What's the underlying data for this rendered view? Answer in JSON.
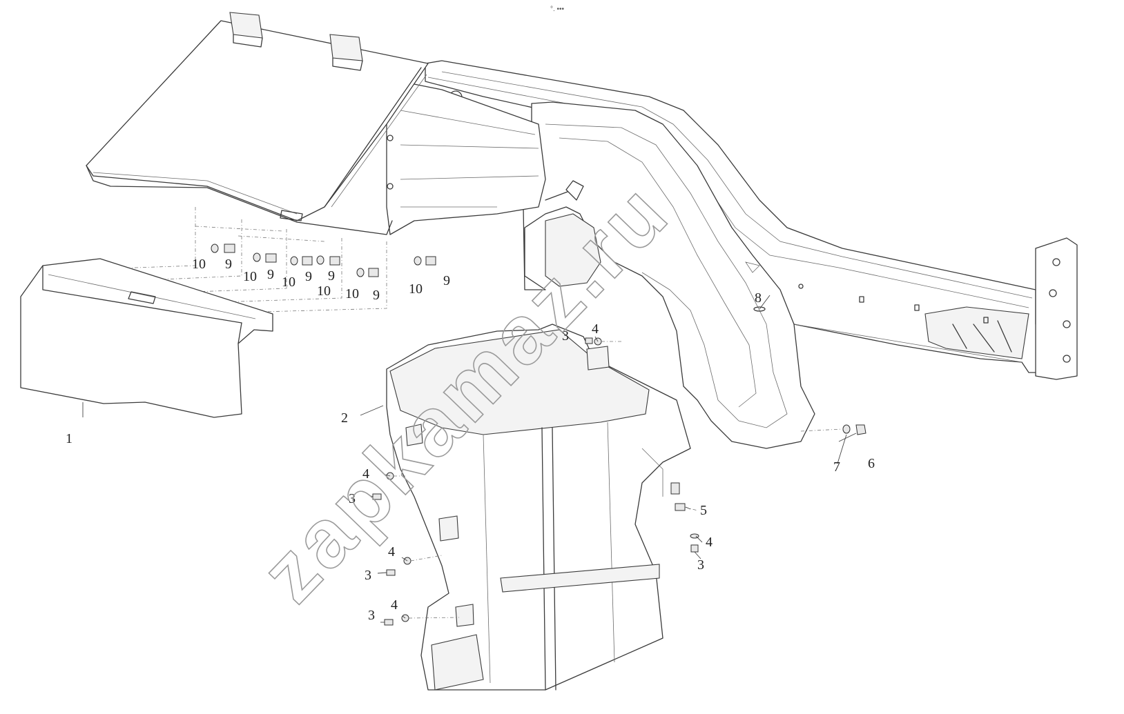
{
  "header": {
    "text": "°. •••"
  },
  "watermark": {
    "text": "zapkamaz.ru"
  },
  "callouts": [
    {
      "id": "c1",
      "label": "1"
    },
    {
      "id": "c2",
      "label": "2"
    },
    {
      "id": "c3a",
      "label": "3"
    },
    {
      "id": "c4a",
      "label": "4"
    },
    {
      "id": "c4b",
      "label": "4"
    },
    {
      "id": "c3b",
      "label": "3"
    },
    {
      "id": "c4c",
      "label": "4"
    },
    {
      "id": "c3c",
      "label": "3"
    },
    {
      "id": "c4d",
      "label": "4"
    },
    {
      "id": "c3d",
      "label": "3"
    },
    {
      "id": "c5",
      "label": "5"
    },
    {
      "id": "c4e",
      "label": "4"
    },
    {
      "id": "c3e",
      "label": "3"
    },
    {
      "id": "c6",
      "label": "6"
    },
    {
      "id": "c7",
      "label": "7"
    },
    {
      "id": "c8",
      "label": "8"
    },
    {
      "id": "c10a",
      "label": "10"
    },
    {
      "id": "c9a",
      "label": "9"
    },
    {
      "id": "c10b",
      "label": "10"
    },
    {
      "id": "c9b",
      "label": "9"
    },
    {
      "id": "c10c",
      "label": "10"
    },
    {
      "id": "c9c",
      "label": "9"
    },
    {
      "id": "c9d",
      "label": "9"
    },
    {
      "id": "c10d",
      "label": "10"
    },
    {
      "id": "c10e",
      "label": "10"
    },
    {
      "id": "c9e",
      "label": "9"
    },
    {
      "id": "c10f",
      "label": "10"
    },
    {
      "id": "c9f",
      "label": "9"
    }
  ]
}
